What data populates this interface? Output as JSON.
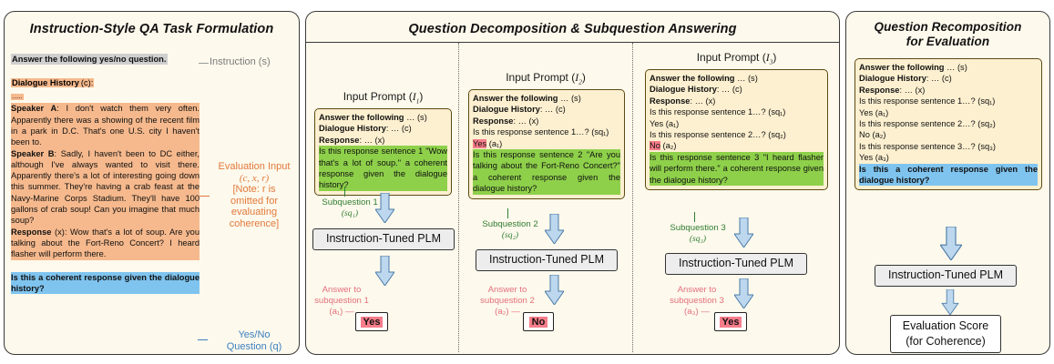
{
  "panel1": {
    "title": "Instruction-Style QA Task Formulation",
    "instruction_text": "Answer the following yes/no question.",
    "instruction_anno_line1": "Instruction (s)",
    "dialogue_history_label": "Dialogue History",
    "dialogue_history_var": "(c):",
    "ellipsis": "......",
    "speaker_a_label": "Speaker A",
    "speaker_a_text": ": I don't watch them very often. Apparently there was a showing of the recent film in a park in D.C. That's one U.S. city I haven't been to.",
    "speaker_b_label": "Speaker B",
    "speaker_b_text": ": Sadly, I haven't been to DC either, although I've always wanted to visit there. Apparently there's a lot of interesting going down this summer. They're having a crab feast at the Navy-Marine Corps Stadium. They'll have 100 gallons of crab soup! Can you imagine that much soup?",
    "response_label": "Response",
    "response_text": " (x): Wow that's a lot of soup. Are you talking about the Fort-Reno Concert? I heard flasher will perform there.",
    "question_text": "Is this a coherent response given the dialogue history?",
    "eval_anno": [
      "Evaluation Input",
      "(c, x, r)",
      "[Note: r is",
      "omitted for",
      "evaluating",
      "coherence]"
    ],
    "yn_anno": [
      "Yes/No",
      "Question (q)"
    ]
  },
  "panel2": {
    "title": "Question Decomposition & Subquestion Answering",
    "columns": [
      {
        "prompt_caption": "Input Prompt (I₁)",
        "lines": [
          {
            "bold": "Answer the following",
            "rest": " … (s)"
          },
          {
            "bold": "Dialogue History",
            "rest": ": … (c)"
          },
          {
            "bold": "Response",
            "rest": ": … (x)"
          }
        ],
        "subq_text": "Is this response sentence 1 \"Wow that's a lot of soup.\" a coherent response given the dialogue history?",
        "sq_label_line1": "Subquestion 1",
        "sq_label_line2": "(sq₁)",
        "plm_label": "Instruction-Tuned PLM",
        "ans_label_line1": "Answer to",
        "ans_label_line2": "subquestion 1",
        "ans_label_line3": "(a₁) —",
        "answer": "Yes",
        "answer_color": "#f97d8a"
      },
      {
        "prompt_caption": "Input Prompt (I₂)",
        "lines": [
          {
            "bold": "Answer the following",
            "rest": " … (s)"
          },
          {
            "bold": "Dialogue History",
            "rest": ": … (c)"
          },
          {
            "bold": "Response",
            "rest": ": … (x)"
          }
        ],
        "prev_q1": "Is this response sentence 1…? (sq₁)",
        "prev_a1": "Yes",
        "prev_a1_var": " (a₁)",
        "subq_text": "Is this response sentence 2 \"Are you talking about the Fort-Reno Concert?\" a coherent response given the dialogue history?",
        "sq_label_line1": "Subquestion 2",
        "sq_label_line2": "(sq₂)",
        "plm_label": "Instruction-Tuned PLM",
        "ans_label_line1": "Answer to",
        "ans_label_line2": "subquestion 2",
        "ans_label_line3": "(a₂) —",
        "answer": "No",
        "answer_color": "#f97d8a"
      },
      {
        "prompt_caption": "Input Prompt (I₃)",
        "lines": [
          {
            "bold": "Answer the following",
            "rest": " … (s)"
          },
          {
            "bold": "Dialogue History",
            "rest": ": … (c)"
          },
          {
            "bold": "Response",
            "rest": ": … (x)"
          }
        ],
        "prev_q1": "Is this response sentence 1…? (sq₁)",
        "prev_a1": "Yes",
        "prev_a1_var": " (a₁)",
        "prev_q2": "Is this response sentence 2…? (sq₂)",
        "prev_a2": "No",
        "prev_a2_var": " (a₂)",
        "subq_text": "Is this response sentence 3 \"I heard flasher will perform there.\" a coherent response given the dialogue history?",
        "sq_label_line1": "Subquestion 3",
        "sq_label_line2": "(sq₃)",
        "plm_label": "Instruction-Tuned PLM",
        "ans_label_line1": "Answer to",
        "ans_label_line2": "subquestion 3",
        "ans_label_line3": "(a₃) —",
        "answer": "Yes",
        "answer_color": "#f97d8a"
      }
    ]
  },
  "panel3": {
    "title_line1": "Question Recomposition",
    "title_line2": "for Evaluation",
    "lines": [
      {
        "bold": "Answer the following",
        "rest": " … (s)"
      },
      {
        "bold": "Dialogue History",
        "rest": ": … (c)"
      },
      {
        "bold": "Response",
        "rest": ": … (x)"
      }
    ],
    "q1": "Is this response sentence 1…? (sq₁)",
    "a1": "Yes (a₁)",
    "q2": "Is this response sentence 2…? (sq₂)",
    "a2": "No (a₂)",
    "q3": "Is this response sentence 3…? (sq₃)",
    "a3": "Yes (a₃)",
    "final_question": "Is this a coherent response given the dialogue history?",
    "plm_label": "Instruction-Tuned PLM",
    "score_line1": "Evaluation Score",
    "score_line2": "(for Coherence)"
  },
  "colors": {
    "panel_bg": "#fdf9ec",
    "prompt_bg": "#fdf0d0",
    "highlight_gray": "#cfcfcf",
    "highlight_orange": "#f6b98d",
    "highlight_blue": "#7fc4ef",
    "highlight_green": "#8ed04a",
    "highlight_pink": "#f97d8a",
    "arrow_fill": "#bdd7ee",
    "green_text": "#2f7d32",
    "red_text": "#e4707d",
    "orange_text": "#e2793b",
    "blue_text": "#3d7fc1",
    "gray_text": "#7b7b7b"
  }
}
